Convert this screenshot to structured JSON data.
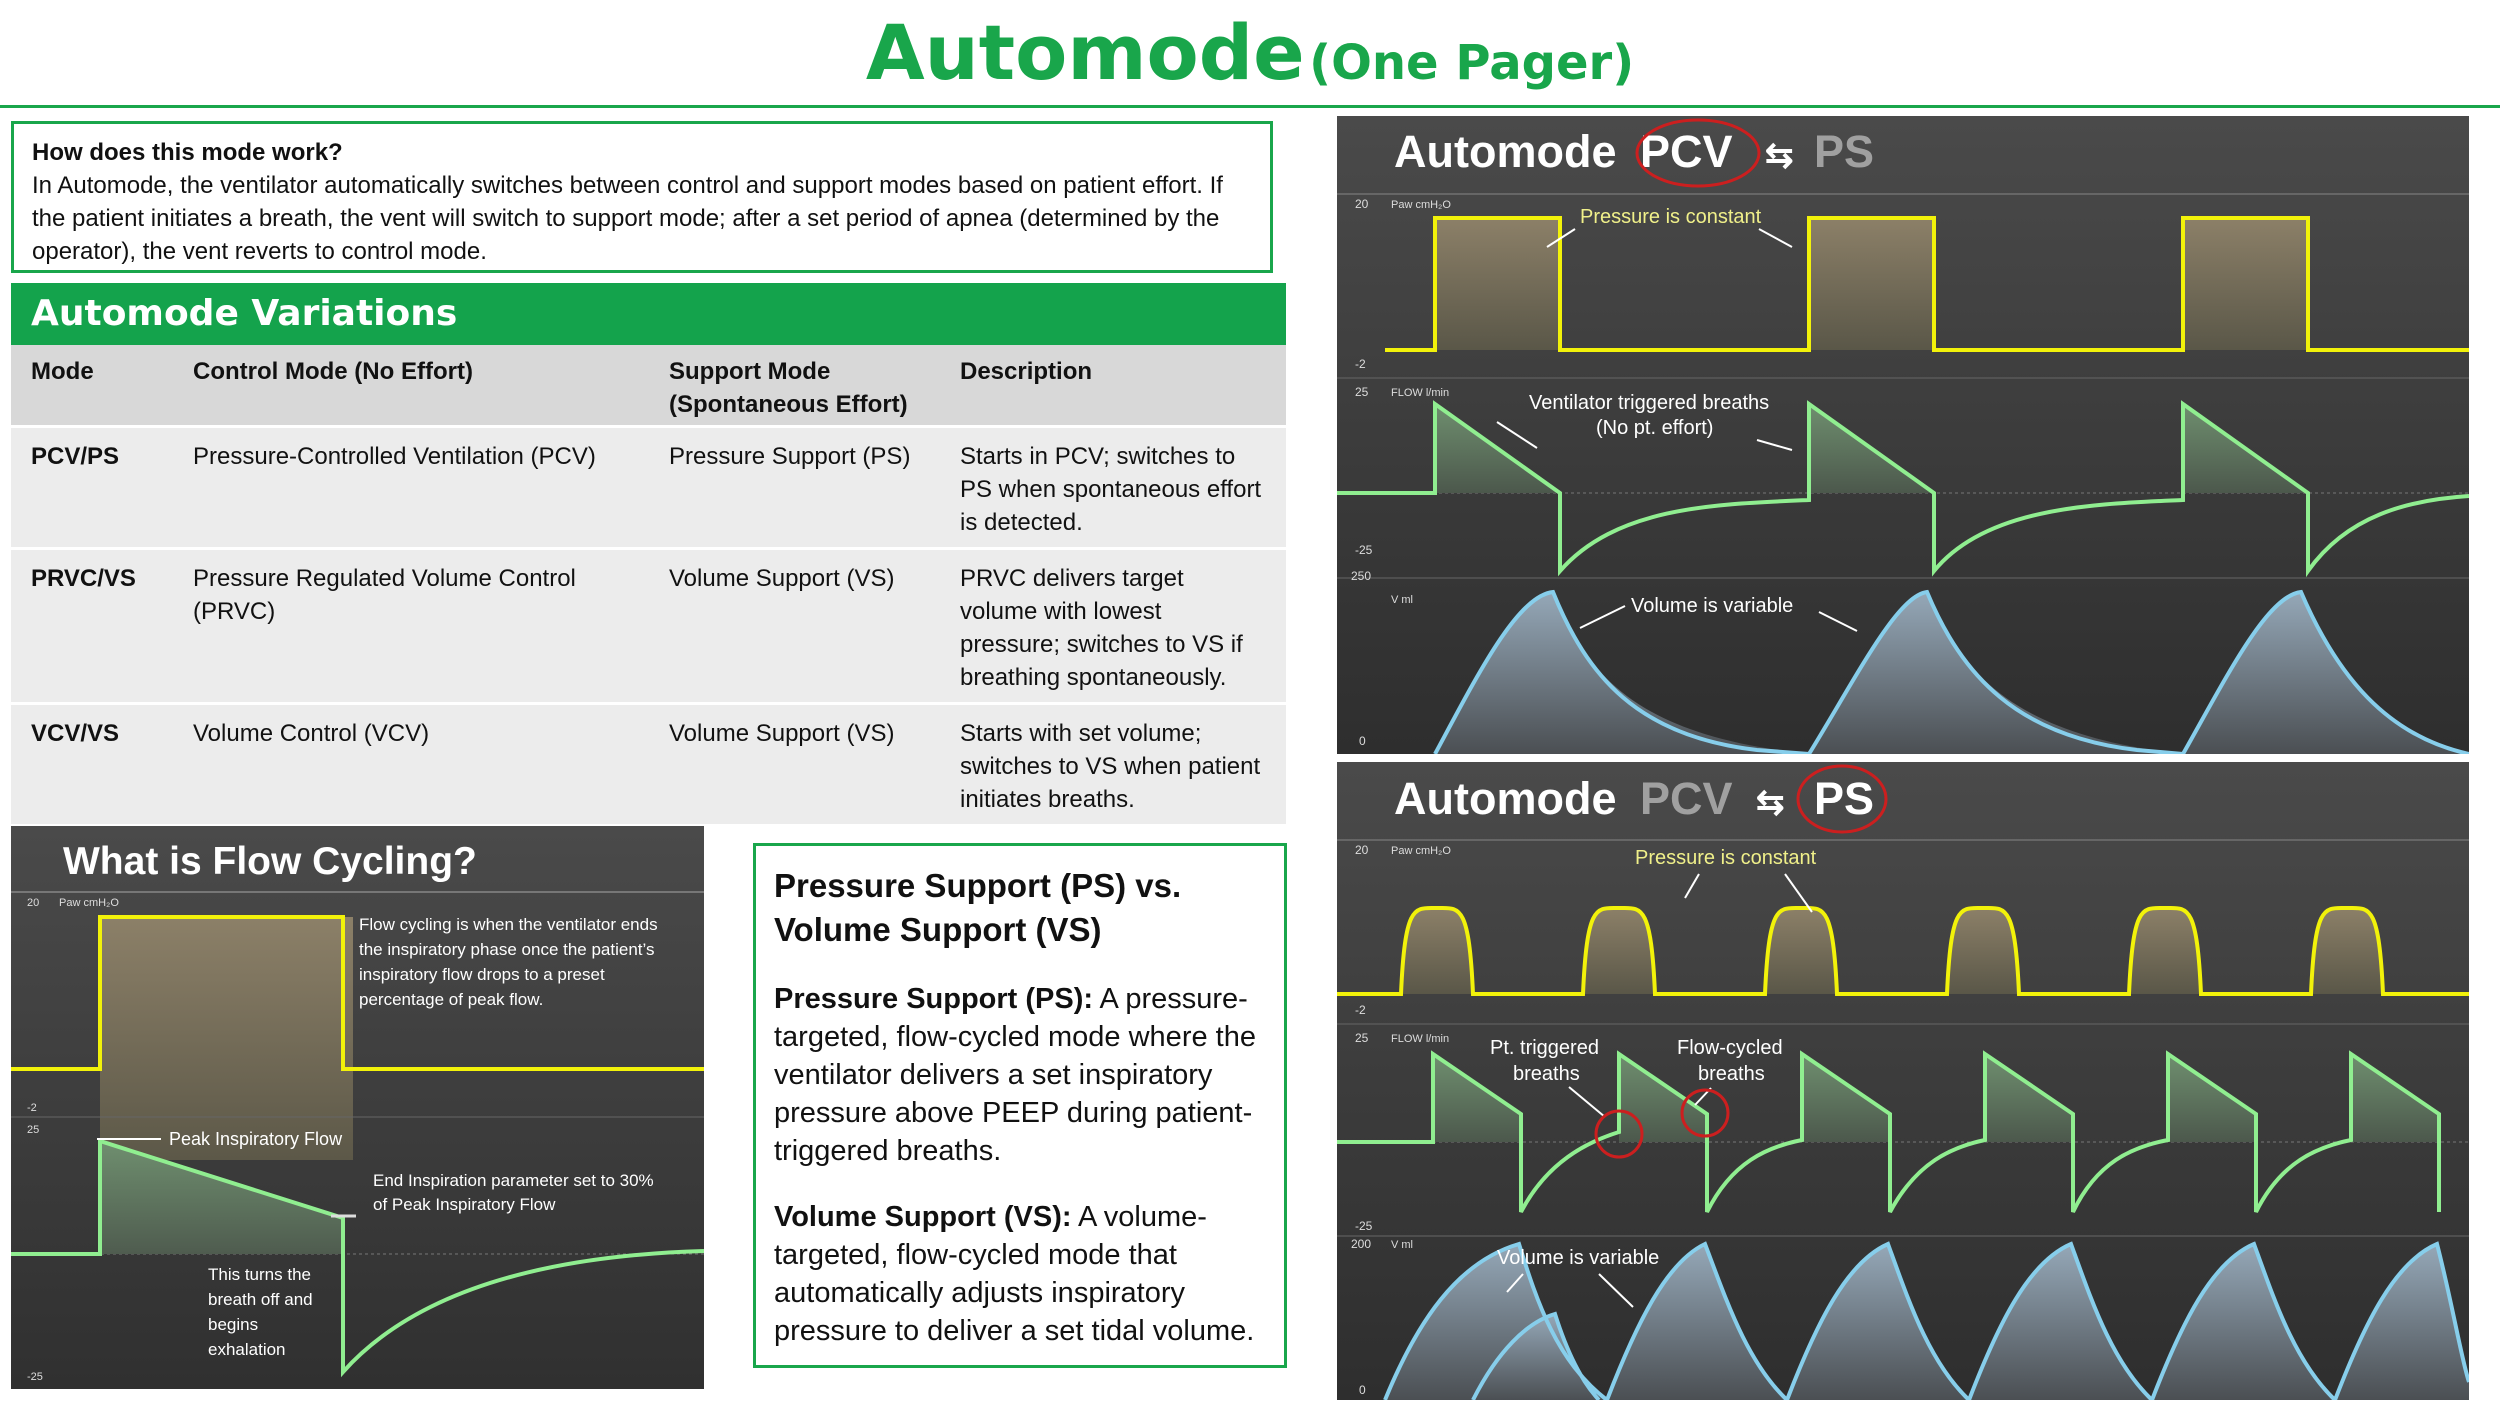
{
  "title": {
    "main": "Automode",
    "sub": "(One Pager)"
  },
  "how": {
    "question": "How does this mode work?",
    "text": "In Automode, the ventilator automatically switches between control and support modes based on patient effort. If the patient  initiates a breath, the vent will switch to support mode; after a set period of apnea (determined by the operator), the vent reverts to control mode."
  },
  "variations": {
    "heading": "Automode Variations",
    "columns": [
      "Mode",
      "Control Mode (No Effort)",
      "Support Mode (Spontaneous Effort)",
      "Description"
    ],
    "rows": [
      {
        "mode": "PCV/PS",
        "control": "Pressure-Controlled Ventilation (PCV)",
        "support": "Pressure Support (PS)",
        "description": "Starts in PCV; switches to PS when spontaneous effort is detected."
      },
      {
        "mode": "PRVC/VS",
        "control": "Pressure Regulated Volume Control (PRVC)",
        "support": "Volume Support (VS)",
        "description": "PRVC delivers target volume with lowest pressure; switches to VS if breathing spontaneously."
      },
      {
        "mode": "VCV/VS",
        "control": "Volume Control (VCV)",
        "support": "Volume Support (VS)",
        "description": "Starts with set volume; switches to VS when patient initiates breaths."
      }
    ]
  },
  "flow_cycling": {
    "heading": "What is Flow Cycling?",
    "paw_label": "Paw cmH₂O",
    "paw_top": "20",
    "paw_bottom": "-2",
    "flow_top": "25",
    "flow_bottom": "-25",
    "note": [
      "Flow cycling is when the ventilator ends",
      "the inspiratory phase once the patient’s",
      "inspiratory flow drops to a preset",
      "percentage of peak flow."
    ],
    "peak_label": "Peak Inspiratory Flow",
    "end_insp": [
      "End Inspiration parameter set to 30%",
      "of Peak Inspiratory Flow"
    ],
    "turns": [
      "This turns the",
      "breath off and",
      "begins",
      "exhalation"
    ]
  },
  "ps_vs": {
    "heading": "Pressure Support (PS) vs. Volume Support (VS)",
    "ps_term": "Pressure Support (PS):",
    "ps_text": " A pressure-targeted, flow-cycled mode where the ventilator delivers a set inspiratory pressure above PEEP during patient-triggered breaths.",
    "vs_term": "Volume Support (VS):",
    "vs_text": " A volume-targeted, flow-cycled mode that automatically adjusts inspiratory pressure to deliver a set tidal volume."
  },
  "panel_pcv": {
    "title_a": "Automode",
    "title_b": "PCV",
    "arrow": "⇆",
    "title_c": "PS",
    "paw_label": "Paw cmH₂O",
    "paw_top": "20",
    "paw_bottom": "-2",
    "flow_label": "FLOW l/min",
    "flow_top": "25",
    "flow_bottom": "-25",
    "vol_label": "V ml",
    "vol_top": "250",
    "vol_bottom": "0",
    "pressure_note": "Pressure is constant",
    "vent_note_1": "Ventilator triggered breaths",
    "vent_note_2": "(No pt. effort)",
    "volume_note": "Volume is variable"
  },
  "panel_ps": {
    "title_a": "Automode",
    "title_b": "PCV",
    "arrow": "⇆",
    "title_c": "PS",
    "paw_label": "Paw cmH₂O",
    "paw_top": "20",
    "paw_bottom": "-2",
    "flow_label": "FLOW l/min",
    "flow_top": "25",
    "flow_bottom": "-25",
    "vol_label": "V ml",
    "vol_top": "200",
    "vol_bottom": "0",
    "pressure_note": "Pressure is constant",
    "pt_note_1": "Pt. triggered",
    "pt_note_2": "breaths",
    "flow_note_1": "Flow-cycled",
    "flow_note_2": "breaths",
    "volume_note": "Volume is variable"
  },
  "colors": {
    "brand_green": "#19a64b",
    "pressure": "#f2f20a",
    "flow": "#90ee90",
    "volume": "#87ceeb",
    "circle": "#cc1f1f"
  }
}
